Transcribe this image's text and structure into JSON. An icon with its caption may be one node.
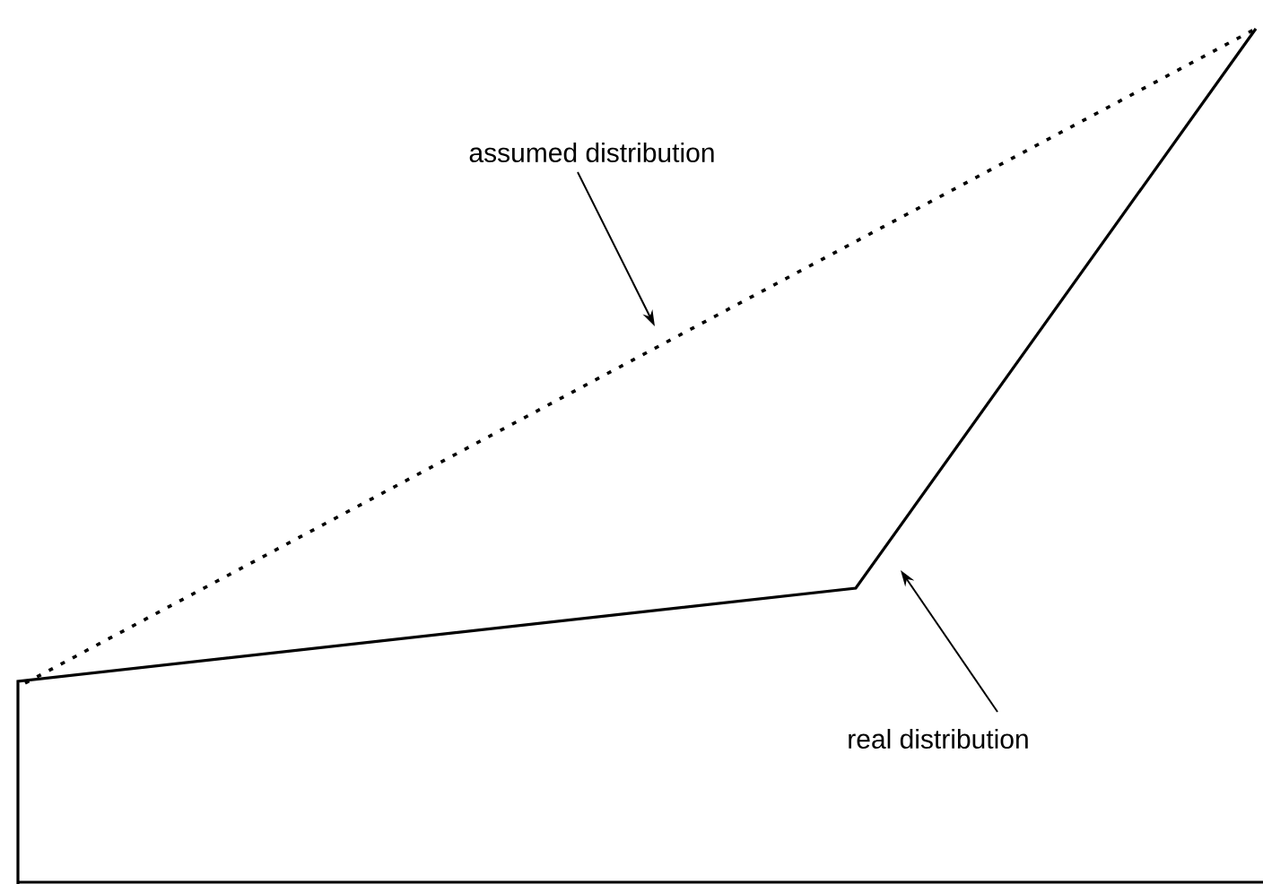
{
  "diagram": {
    "nodes": [
      {
        "text": [
          "assumed distribution"
        ]
      },
      {
        "text": [
          "real distribution"
        ]
      }
    ],
    "edges": [
      {
        "from": 0,
        "to": null,
        "arrow": "to"
      },
      {
        "from": 1,
        "to": null,
        "arrow": "to"
      }
    ]
  }
}
